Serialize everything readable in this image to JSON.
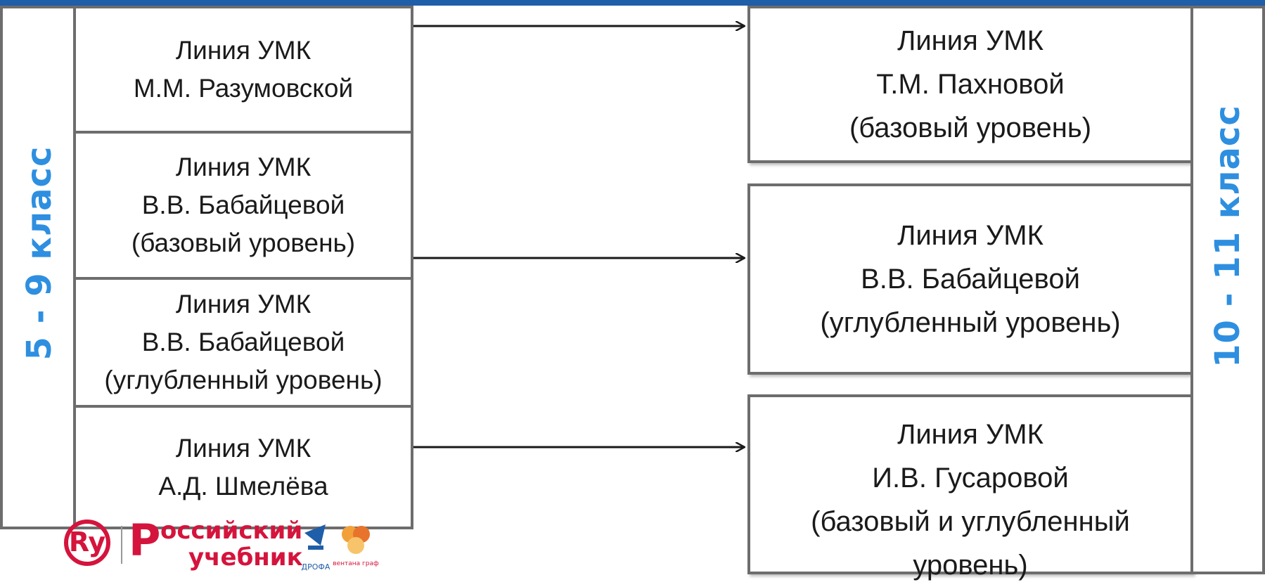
{
  "left_group": {
    "label": "5 - 9 класс",
    "boxes": [
      {
        "lines": [
          "Линия УМК",
          "М.М. Разумовской"
        ]
      },
      {
        "lines": [
          "Линия УМК",
          "В.В. Бабайцевой",
          "(базовый уровень)"
        ]
      },
      {
        "lines": [
          "Линия УМК",
          "В.В. Бабайцевой",
          "(углубленный уровень)"
        ]
      },
      {
        "lines": [
          "Линия УМК",
          "А.Д. Шмелёва"
        ]
      }
    ]
  },
  "right_group": {
    "label": "10 - 11 класс",
    "boxes": [
      {
        "lines": [
          "Линия УМК",
          "Т.М. Пахновой",
          "(базовый уровень)"
        ]
      },
      {
        "lines": [
          "Линия УМК",
          "В.В. Бабайцевой",
          "(углубленный уровень)"
        ]
      },
      {
        "lines": [
          "Линия УМК",
          "И.В. Гусаровой",
          "(базовый и углубленный",
          "уровень)"
        ]
      }
    ]
  },
  "footer": {
    "logo_text_line1": "оссийский",
    "logo_text_line2": "учебник",
    "publisher_1": "ДРОФА",
    "publisher_2": "вентана граф"
  },
  "colors": {
    "accent_blue": "#2e8fe0",
    "top_bar": "#1f5ea8",
    "border": "#6d6d6d",
    "logo_red": "#d4143c"
  }
}
